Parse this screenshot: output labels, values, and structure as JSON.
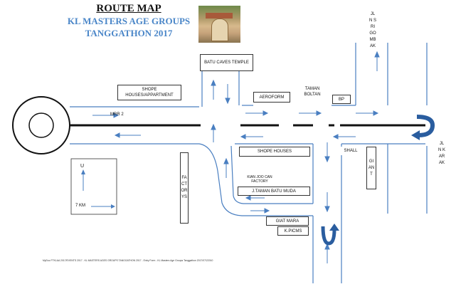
{
  "header": {
    "title": "ROUTE MAP",
    "subtitle_line1": "KL MASTERS AGE GROUPS",
    "subtitle_line2": "TANGGATHON 2017"
  },
  "photo": {
    "name": "batu-caves-temple-photo"
  },
  "labels": {
    "batu_caves": "BATU CAVES TEMPLE",
    "shope_houses_appartment": "SHOPE HOUSES/APPARTMENT",
    "aeroform": "AEROFORM",
    "taman_boltan": "TAMAN BOLTAN",
    "bp": "BP",
    "mrr2": "MRR 2",
    "shope_houses": "SHOPE HOUSES",
    "kian_joo": "KIAN JOO CAN FACTORY",
    "j_taman_batu_muda": "J.TAMAN BATU MUDA",
    "giat_mara": "GIAT MARA",
    "k_picms": "K.PICMS",
    "shall": "SHALL",
    "giant": "GIANT",
    "factorys": "FACTORYS",
    "jln_srigombak": "JLN SRIGOMBAK",
    "jln_karak": "JLN KARAK",
    "compass_north": "U",
    "scale": "7 KM"
  },
  "footer": "MyDoc FTKLAA 2017/EVENTS 2017 - KL MASTERS AGES GROUPS TANGGATHON 2017 - Entry Form - KL Masters Age Groups Tanggathon 2017/07/22010",
  "colors": {
    "road": "#4a7fc1",
    "main_road": "#111111",
    "uturn": "#2a5d9f",
    "title_blue": "#4a86c8"
  }
}
